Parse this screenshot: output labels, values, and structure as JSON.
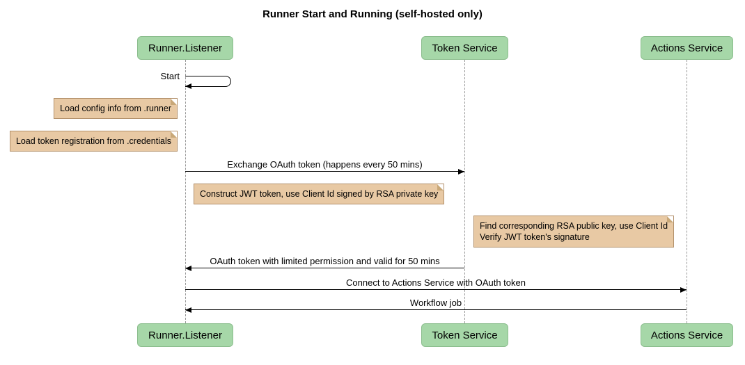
{
  "title": "Runner Start and Running (self-hosted only)",
  "participants": [
    {
      "name": "Runner.Listener"
    },
    {
      "name": "Token Service"
    },
    {
      "name": "Actions Service"
    }
  ],
  "messages": {
    "start": "Start",
    "exchange_oauth": "Exchange OAuth token (happens every 50 mins)",
    "oauth_return": "OAuth token with limited permission and valid for 50 mins",
    "connect": "Connect to Actions Service with OAuth token",
    "workflow_job": "Workflow job"
  },
  "notes": {
    "load_config": "Load config info from .runner",
    "load_token_registration": "Load token registration from .credentials",
    "construct_jwt": "Construct JWT token, use Client Id signed by RSA private key",
    "find_rsa_line1": "Find corresponding RSA public key, use Client Id",
    "find_rsa_line2": "Verify JWT token's signature"
  },
  "colors": {
    "participant_fill": "#a6d7a8",
    "participant_border": "#8bbd8d",
    "note_fill": "#e8c9a4",
    "note_border": "#b2906a",
    "note_fold": "#c9a878",
    "lifeline_color": "#999999",
    "arrow_color": "#000000",
    "text_color": "#000000",
    "background": "#ffffff"
  }
}
